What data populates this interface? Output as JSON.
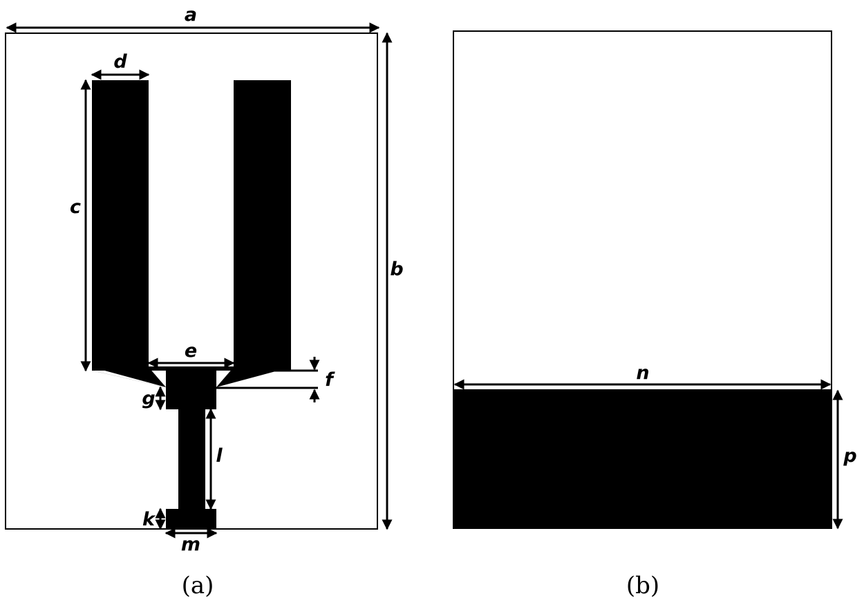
{
  "panels": [
    {
      "id": "a",
      "caption": "(a)",
      "dimension_labels": {
        "a": "a",
        "b": "b",
        "c": "c",
        "d": "d",
        "e": "e",
        "f": "f",
        "g": "g",
        "l": "l",
        "k": "k",
        "m": "m"
      }
    },
    {
      "id": "b",
      "caption": "(b)",
      "dimension_labels": {
        "n": "n",
        "p": "p"
      }
    }
  ],
  "colors": {
    "metal": "#000000",
    "substrate": "#ffffff",
    "outline": "#000000"
  }
}
